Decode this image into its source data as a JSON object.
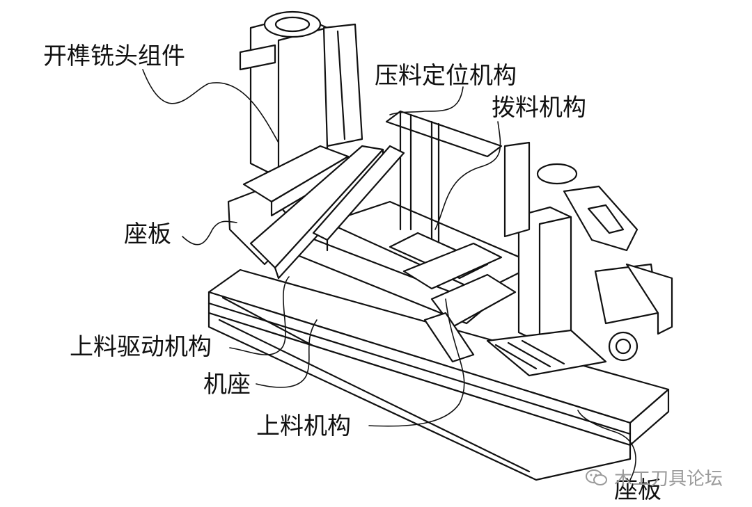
{
  "labels": {
    "tenon_milling_head": "开榫铣头组件",
    "pressing_positioning": "压料定位机构",
    "material_pulling": "拨料机构",
    "seat_plate_left": "座板",
    "feed_drive": "上料驱动机构",
    "machine_base": "机座",
    "feeding_mechanism": "上料机构",
    "seat_plate_right": "座板"
  },
  "watermark": {
    "text": "木工刀具论坛",
    "icon": "wechat-icon"
  }
}
